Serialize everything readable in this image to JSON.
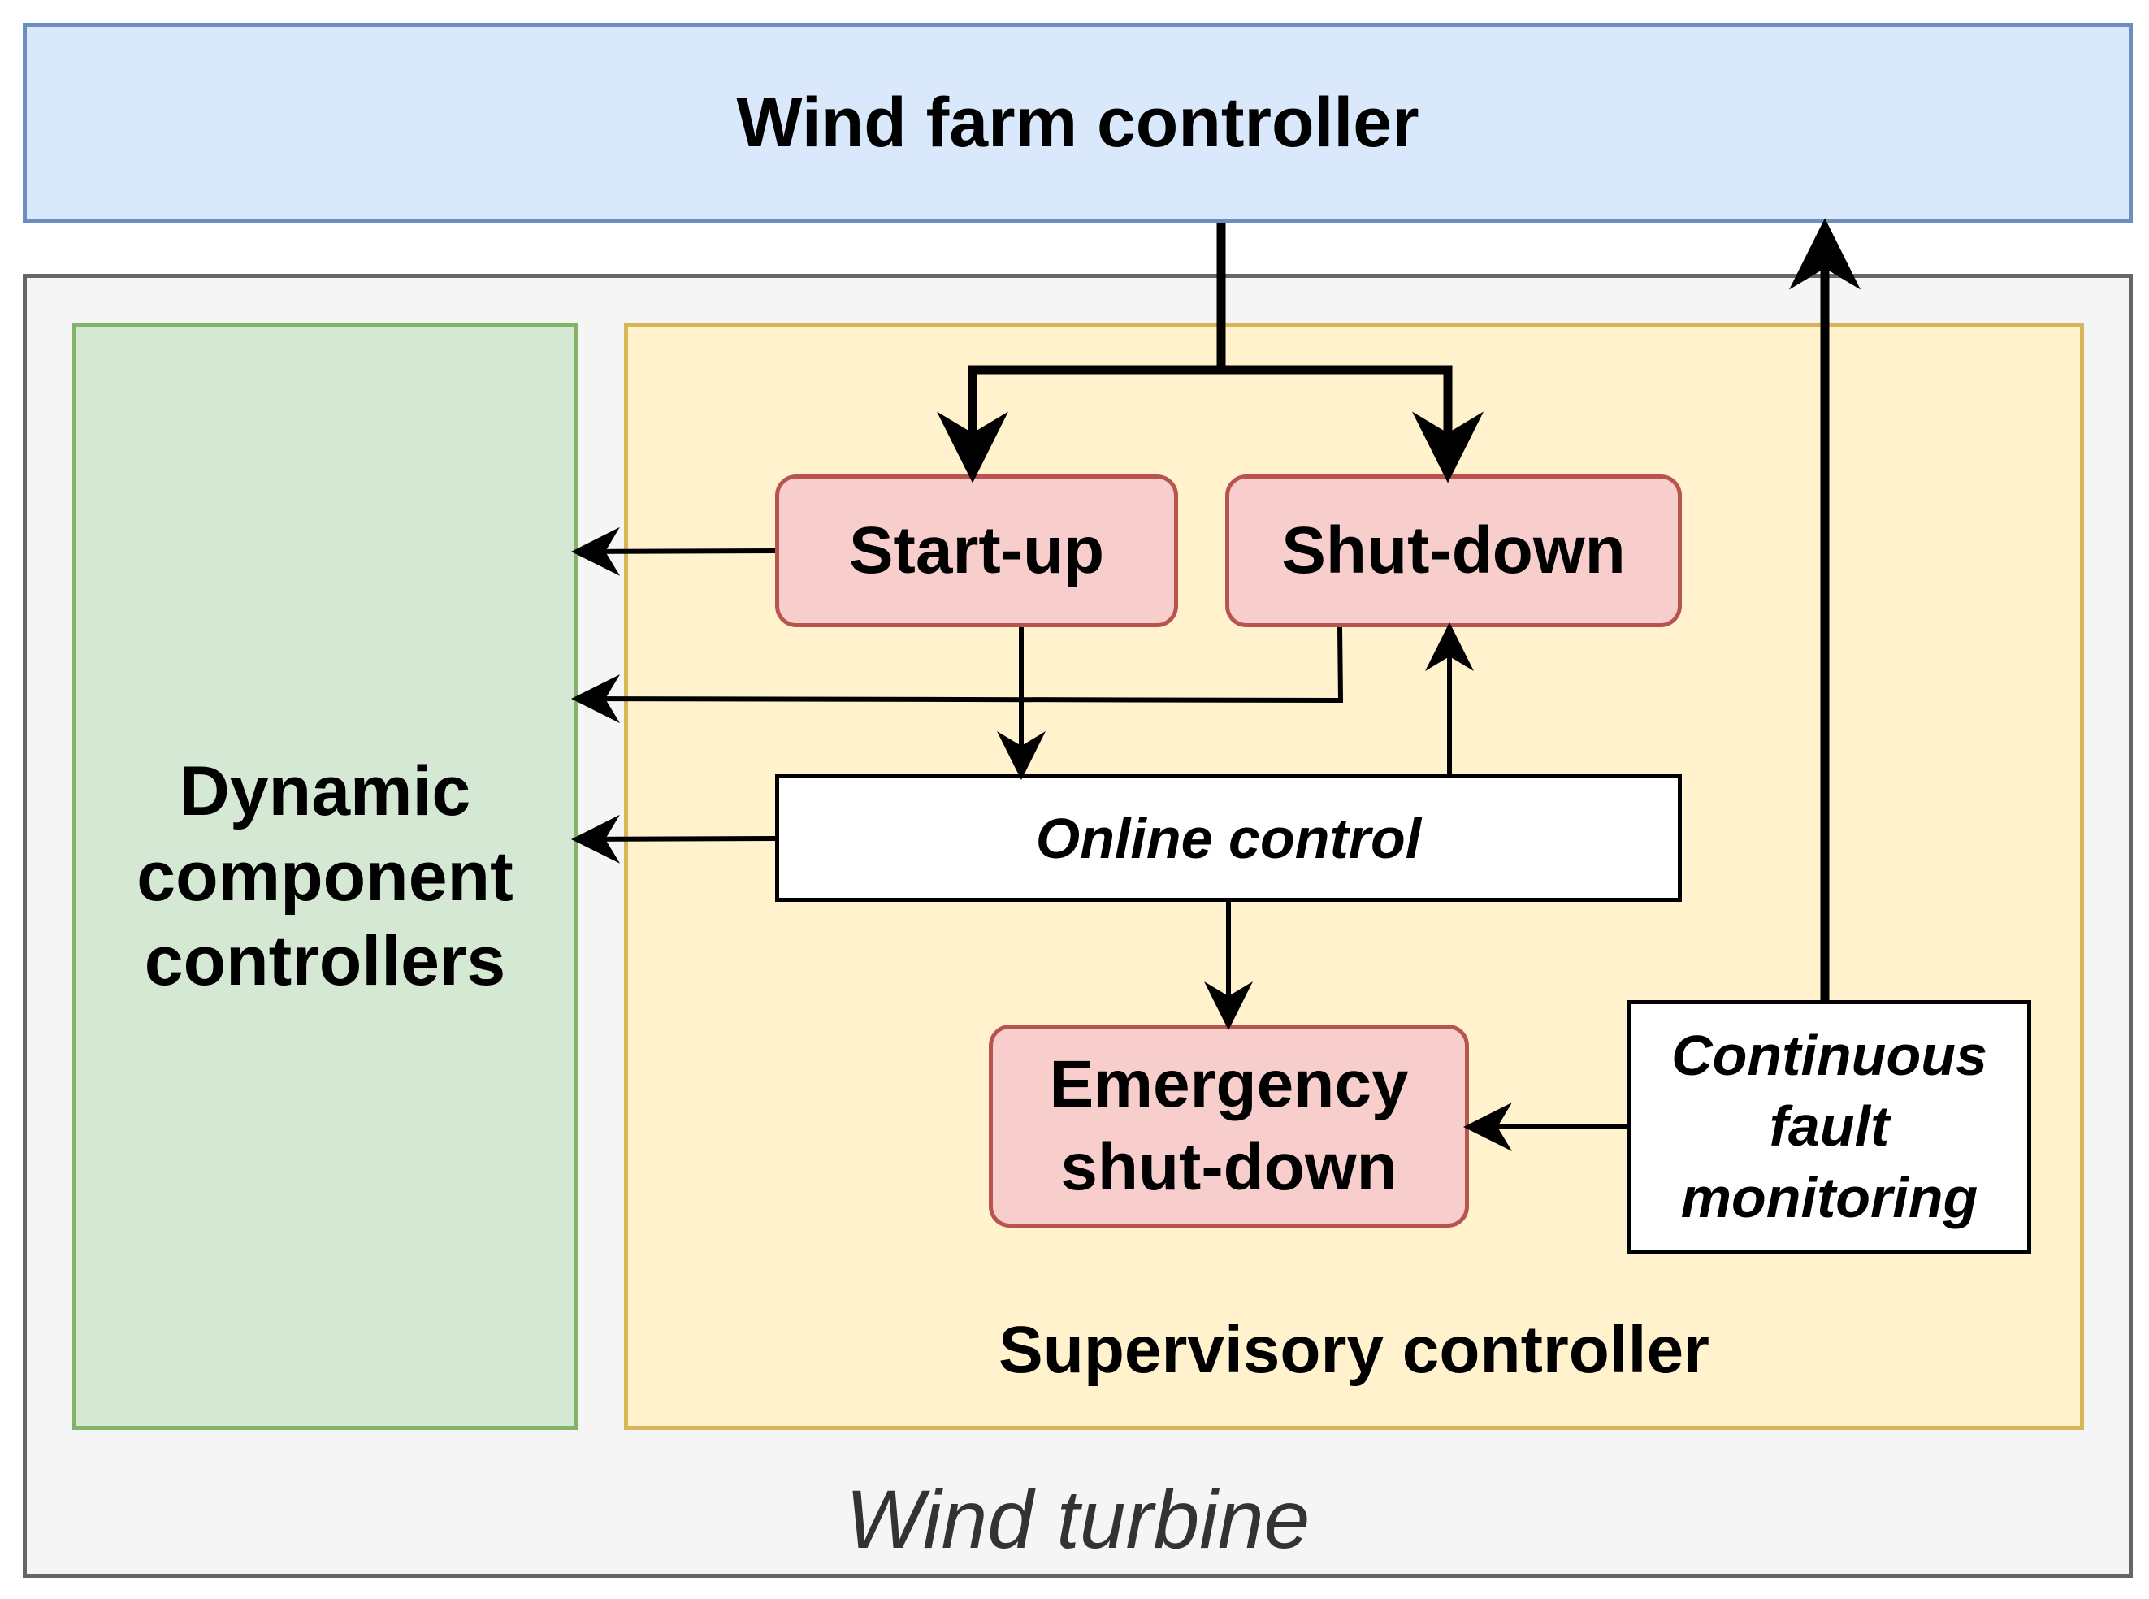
{
  "wind_farm": {
    "label": "Wind farm controller"
  },
  "wind_turbine": {
    "label": "Wind turbine"
  },
  "dynamic": {
    "label": "Dynamic component controllers"
  },
  "supervisory": {
    "label": "Supervisory controller",
    "startup": "Start-up",
    "shutdown": "Shut-down",
    "online": "Online control",
    "emergency": "Emergency shut-down",
    "fault": "Continuous fault monitoring"
  },
  "colors": {
    "wind_farm_fill": "#dae8fc",
    "wind_farm_stroke": "#6c8ebf",
    "turbine_fill": "#f5f5f5",
    "turbine_stroke": "#666666",
    "dynamic_fill": "#d5e8d4",
    "dynamic_stroke": "#82b366",
    "supervisory_fill": "#fff2cc",
    "supervisory_stroke": "#d6b656",
    "state_fill": "#f8cecc",
    "state_stroke": "#b85450"
  }
}
